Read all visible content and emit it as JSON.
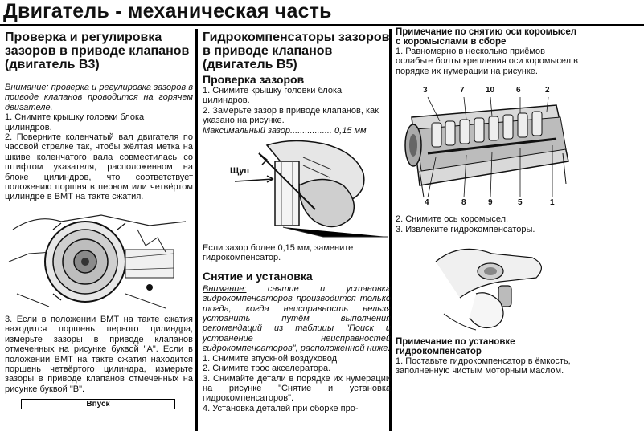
{
  "header": {
    "title": "Двигатель - механическая часть"
  },
  "col1": {
    "heading": "Проверка и регулировка зазоров в приводе клапанов (двигатель B3)",
    "note_label": "Внимание:",
    "note_text": " проверка и регулировка зазоров в приводе клапанов проводится на горячем двигателе.",
    "step1": "1. Снимите крышку головки блока цилиндров.",
    "step2": "2. Поверните коленчатый вал двигателя по часовой стрелке так, чтобы жёлтая метка на шкиве коленчатого вала совместилась со штифтом указателя, расположенном на блоке цилиндров, что соответствует положению поршня в первом или четвёртом цилиндре в ВМТ на такте сжатия.",
    "step3": "3. Если в положении ВМТ на такте сжатия находится поршень первого цилиндра, измерьте зазоры в приводе клапанов отмеченных на рисунке буквой \"А\". Если в положении ВМТ на такте сжатия находится поршень четвёртого цилиндра, измерьте зазоры в приводе клапанов отмеченных на рисунке буквой \"В\".",
    "table_label": "Впуск"
  },
  "col2": {
    "heading": "Гидрокомпенсаторы зазоров в приводе клапанов (двигатель B5)",
    "subheading": "Проверка зазоров",
    "step1": "1. Снимите крышку головки блока цилиндров.",
    "step2": "2. Замерьте зазор в приводе клапанов, как указано на рисунке.",
    "max_gap_label": "Максимальный зазор.................",
    "max_gap_value": "0,15 мм",
    "probe_label": "Щуп",
    "after_fig": "Если зазор более 0,15 мм, замените гидрокомпенсатор.",
    "subheading2": "Снятие и установка",
    "note_label": "Внимание:",
    "note_text": " снятие и установка гидрокомпенсаторов производится только тогда, когда неисправность нельзя устранить путём выполнения рекомендаций из таблицы \"Поиск и устранение неисправностей гидрокомпенсаторов\", расположенной ниже.",
    "s1": "1. Снимите впускной воздуховод.",
    "s2": "2. Снимите трос акселератора.",
    "s3": "3. Снимайте детали в порядке их нумерации на рисунке \"Снятие и установка гидрокомпенсаторов\".",
    "s4": "4. Установка деталей при сборке про-"
  },
  "col3": {
    "note1_heading": "Примечание по снятию оси коромысел с коромыслами в сборе",
    "note1_text": "1. Равномерно в несколько приёмов ослабьте болты крепления оси коромысел в порядке их нумерации на рисунке.",
    "fig_top_labels": [
      "3",
      "7",
      "10",
      "6",
      "2"
    ],
    "fig_bottom_labels": [
      "4",
      "8",
      "9",
      "5",
      "1"
    ],
    "step2": "2. Снимите ось коромысел.",
    "step3": "3. Извлеките гидрокомпенсаторы.",
    "note2_heading": "Примечание по установке гидрокомпенсатор",
    "note2_text": "1. Поставьте гидрокомпенсатор в ёмкость, заполненную чистым моторным маслом."
  }
}
